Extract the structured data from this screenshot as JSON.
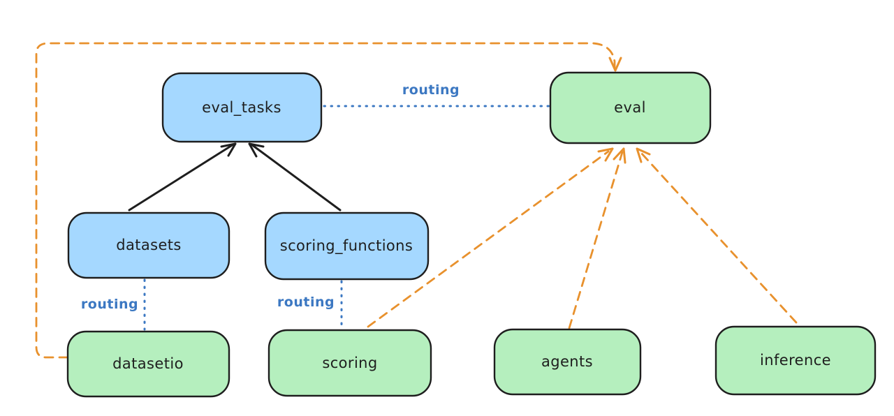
{
  "diagram": {
    "type": "architecture-flow",
    "colors": {
      "background": "#ffffff",
      "node_stroke": "#1e1e1e",
      "resource_blue_fill": "#a5d8ff",
      "api_green_fill": "#b5efbe",
      "routing_blue": "#3c78c2",
      "provider_orange": "#e8912d",
      "relation_black": "#1e1e1e",
      "label_text": "#1e1e1e"
    },
    "nodes": [
      {
        "id": "eval_tasks",
        "label": "eval_tasks",
        "kind": "resource",
        "fill": "#a5d8ff"
      },
      {
        "id": "eval",
        "label": "eval",
        "kind": "api",
        "fill": "#b5efbe"
      },
      {
        "id": "datasets",
        "label": "datasets",
        "kind": "resource",
        "fill": "#a5d8ff"
      },
      {
        "id": "scoring_functions",
        "label": "scoring_functions",
        "kind": "resource",
        "fill": "#a5d8ff"
      },
      {
        "id": "datasetio",
        "label": "datasetio",
        "kind": "api",
        "fill": "#b5efbe"
      },
      {
        "id": "scoring",
        "label": "scoring",
        "kind": "api",
        "fill": "#b5efbe"
      },
      {
        "id": "agents",
        "label": "agents",
        "kind": "api",
        "fill": "#b5efbe"
      },
      {
        "id": "inference",
        "label": "inference",
        "kind": "api",
        "fill": "#b5efbe"
      }
    ],
    "edges": [
      {
        "from": "datasets",
        "to": "eval_tasks",
        "style": "solid",
        "color": "#1e1e1e",
        "label": ""
      },
      {
        "from": "scoring_functions",
        "to": "eval_tasks",
        "style": "solid",
        "color": "#1e1e1e",
        "label": ""
      },
      {
        "from": "eval_tasks",
        "to": "eval",
        "style": "dotted",
        "color": "#3c78c2",
        "label": "routing"
      },
      {
        "from": "datasets",
        "to": "datasetio",
        "style": "dotted",
        "color": "#3c78c2",
        "label": "routing"
      },
      {
        "from": "scoring_functions",
        "to": "scoring",
        "style": "dotted",
        "color": "#3c78c2",
        "label": "routing"
      },
      {
        "from": "scoring",
        "to": "eval",
        "style": "dashed",
        "color": "#e8912d",
        "label": ""
      },
      {
        "from": "agents",
        "to": "eval",
        "style": "dashed",
        "color": "#e8912d",
        "label": ""
      },
      {
        "from": "inference",
        "to": "eval",
        "style": "dashed",
        "color": "#e8912d",
        "label": ""
      },
      {
        "from": "datasetio",
        "to": "eval",
        "style": "dashed",
        "color": "#e8912d",
        "label": ""
      }
    ]
  }
}
